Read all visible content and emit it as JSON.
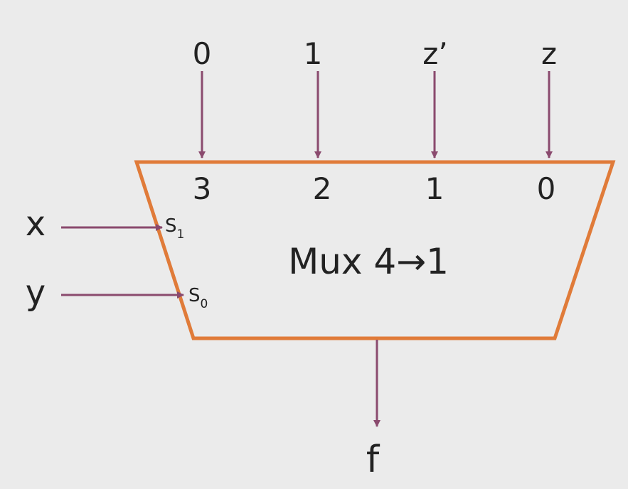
{
  "colors": {
    "background": "#ebebeb",
    "mux_outline": "#e07b39",
    "wire": "#8a4a6e",
    "text": "#222222"
  },
  "mux": {
    "title": "Mux 4→1",
    "data_inputs": [
      {
        "signal": "0",
        "port": "3"
      },
      {
        "signal": "1",
        "port": "2"
      },
      {
        "signal": "z’",
        "port": "1"
      },
      {
        "signal": "z",
        "port": "0"
      }
    ],
    "select_inputs": [
      {
        "signal": "x",
        "port_letter": "S",
        "port_index": "1"
      },
      {
        "signal": "y",
        "port_letter": "S",
        "port_index": "0"
      }
    ],
    "output": {
      "signal": "f"
    }
  }
}
